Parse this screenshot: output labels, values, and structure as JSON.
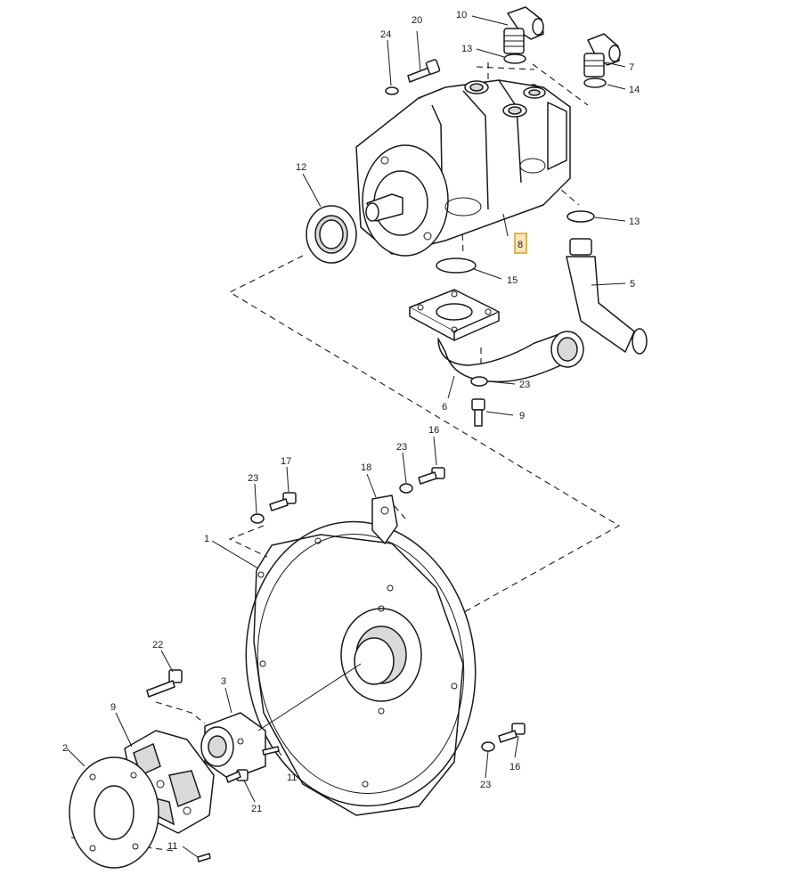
{
  "diagram": {
    "callouts": {
      "c1": "1",
      "c2": "2",
      "c3": "3",
      "c5": "5",
      "c6": "6",
      "c7": "7",
      "c8": "8",
      "c9a": "9",
      "c9b": "9",
      "c10": "10",
      "c11a": "11",
      "c11b": "11",
      "c12": "12",
      "c13a": "13",
      "c13b": "13",
      "c14": "14",
      "c15": "15",
      "c16a": "16",
      "c16b": "16",
      "c17": "17",
      "c18": "18",
      "c20": "20",
      "c21": "21",
      "c22": "22",
      "c23a": "23",
      "c23b": "23",
      "c23c": "23",
      "c23d": "23",
      "c24": "24"
    },
    "highlight_color": "#fbe6b8"
  }
}
